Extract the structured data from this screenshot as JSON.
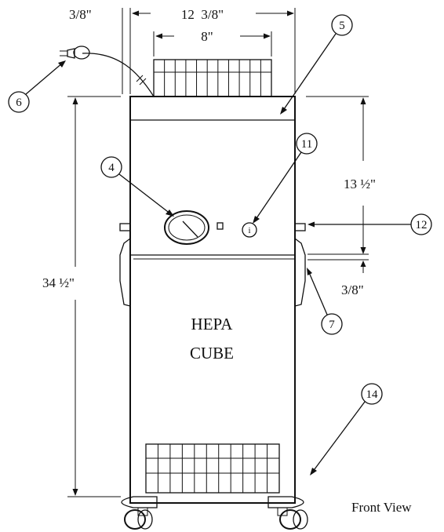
{
  "dimensions": {
    "offset_top": "3/8\"",
    "total_width": "12  3/8\"",
    "grille_width": "8\"",
    "upper_height": "13 ½\"",
    "gap": "3/8\"",
    "total_height": "34 ½\""
  },
  "callouts": [
    "5",
    "6",
    "4",
    "11",
    "12",
    "7",
    "14"
  ],
  "unit_label": {
    "line1": "HEPA",
    "line2": "CUBE"
  },
  "indicator_label": "i",
  "view_caption": "Front View",
  "colors": {
    "line": "#111111",
    "background": "#ffffff"
  }
}
